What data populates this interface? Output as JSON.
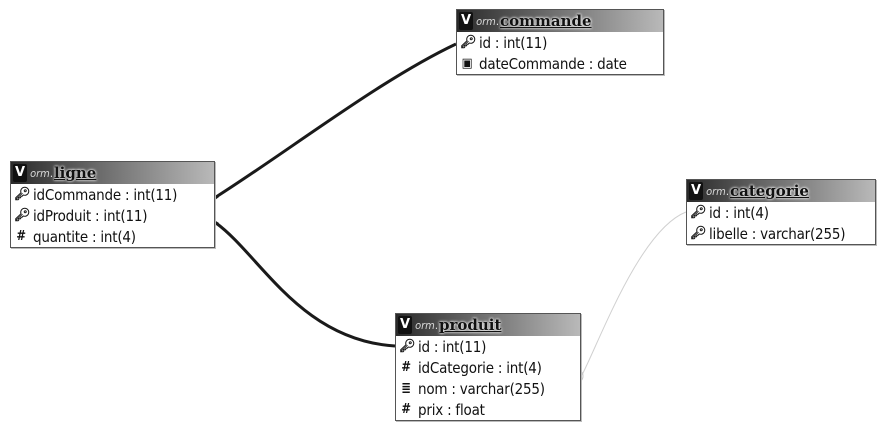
{
  "diagram": {
    "tables": {
      "commande": {
        "database": "orm",
        "separator": ".",
        "name": "commande",
        "columns": [
          {
            "name": "id",
            "type": "int(11)",
            "icon": "key-icon"
          },
          {
            "name": "dateCommande",
            "type": "date",
            "icon": "date-icon"
          }
        ]
      },
      "ligne": {
        "database": "orm",
        "separator": ".",
        "name": "ligne",
        "columns": [
          {
            "name": "idCommande",
            "type": "int(11)",
            "icon": "key-icon"
          },
          {
            "name": "idProduit",
            "type": "int(11)",
            "icon": "key-icon"
          },
          {
            "name": "quantite",
            "type": "int(4)",
            "icon": "number-icon"
          }
        ]
      },
      "categorie": {
        "database": "orm",
        "separator": ".",
        "name": "categorie",
        "columns": [
          {
            "name": "id",
            "type": "int(4)",
            "icon": "key-icon"
          },
          {
            "name": "libelle",
            "type": "varchar(255)",
            "icon": "key-icon"
          }
        ]
      },
      "produit": {
        "database": "orm",
        "separator": ".",
        "name": "produit",
        "columns": [
          {
            "name": "id",
            "type": "int(11)",
            "icon": "key-icon"
          },
          {
            "name": "idCategorie",
            "type": "int(4)",
            "icon": "number-icon"
          },
          {
            "name": "nom",
            "type": "varchar(255)",
            "icon": "text-icon"
          },
          {
            "name": "prix",
            "type": "float",
            "icon": "number-icon"
          }
        ]
      }
    },
    "relations": [
      {
        "from": "ligne.idCommande",
        "to": "commande.id",
        "style": "solid"
      },
      {
        "from": "ligne.idProduit",
        "to": "produit.id",
        "style": "solid"
      },
      {
        "from": "produit.idCategorie",
        "to": "categorie.id",
        "style": "faint"
      }
    ],
    "header_icon": "V",
    "colors": {
      "header_dark": "#2a2a2a",
      "header_light": "#b9b9b9",
      "relation_solid": "#1a1a1a",
      "relation_faint": "#d0d0d0"
    }
  }
}
